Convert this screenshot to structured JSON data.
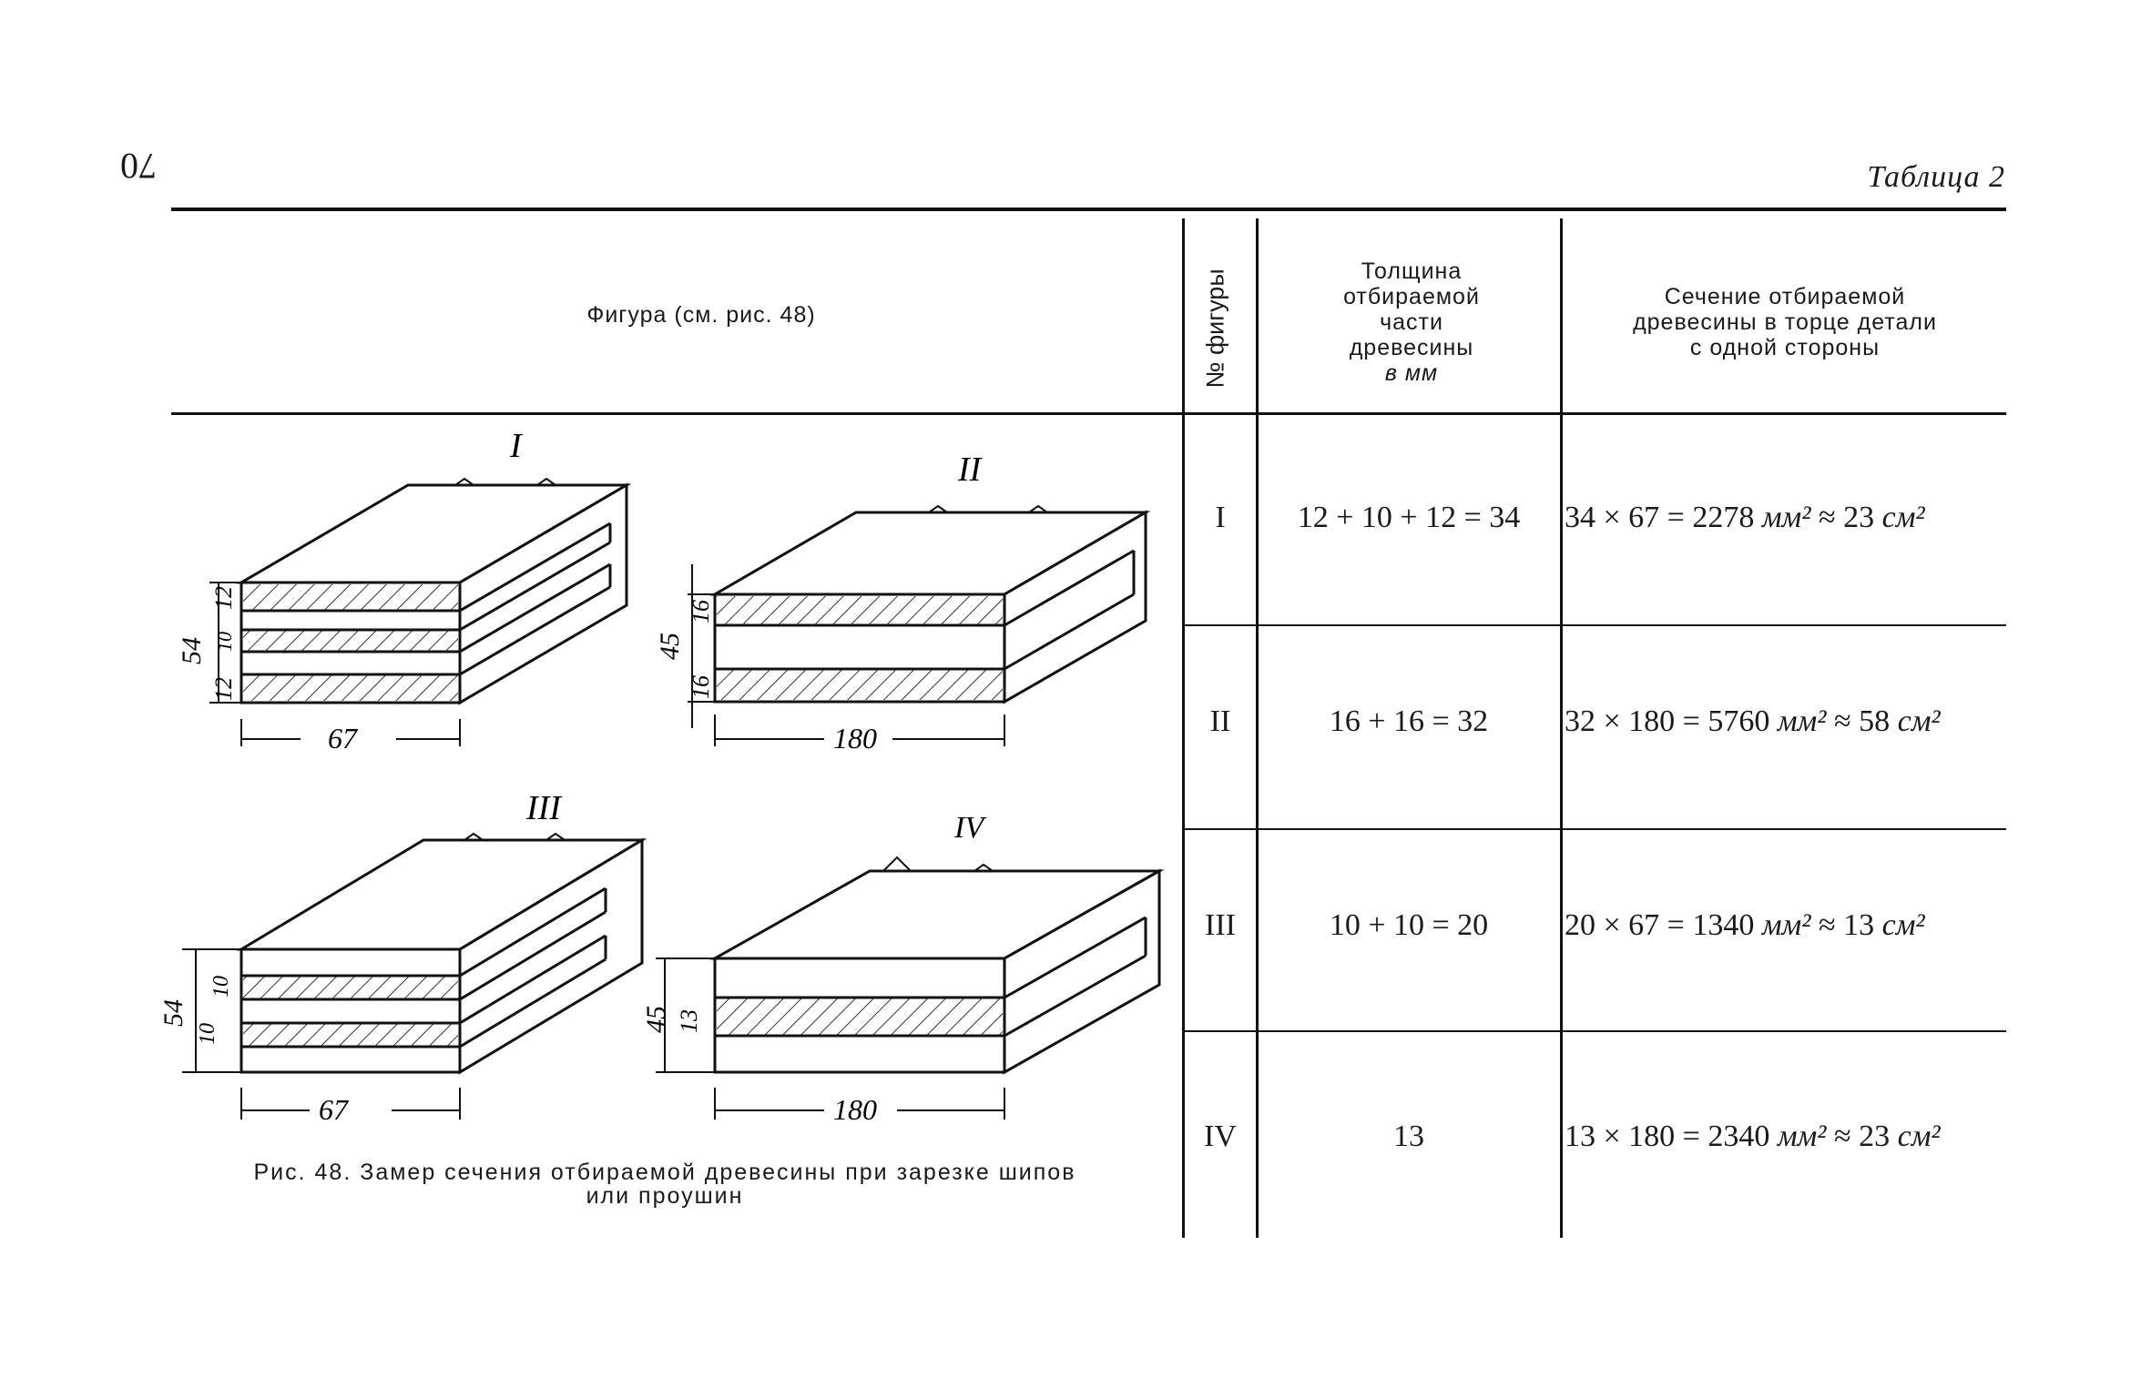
{
  "page_number": "70",
  "table_caption": "Таблица 2",
  "header": {
    "col_figure": "Фигура (см. рис. 48)",
    "col_number": "№ фигуры",
    "col_thickness_lines": [
      "Толщина",
      "отбираемой",
      "части",
      "древесины",
      "в мм"
    ],
    "col_section_lines": [
      "Сечение отбираемой",
      "древесины в торце детали",
      "с одной стороны"
    ]
  },
  "rows": [
    {
      "number": "I",
      "thickness": "12 + 10 + 12 = 34",
      "section_prefix": "34 × 67 = 2278",
      "section_unit1": "мм²",
      "section_mid": " ≈ 23 ",
      "section_unit2": "см²"
    },
    {
      "number": "II",
      "thickness": "16 + 16 = 32",
      "section_prefix": "32 × 180 = 5760",
      "section_unit1": "мм²",
      "section_mid": " ≈ 58 ",
      "section_unit2": "см²"
    },
    {
      "number": "III",
      "thickness": "10 + 10 = 20",
      "section_prefix": "20 × 67 = 1340",
      "section_unit1": "мм²",
      "section_mid": " ≈ 13 ",
      "section_unit2": "см²"
    },
    {
      "number": "IV",
      "thickness": "13",
      "section_prefix": "13 × 180 = 2340",
      "section_unit1": "мм²",
      "section_mid": " ≈ 23 ",
      "section_unit2": "см²"
    }
  ],
  "figures": {
    "fig1": {
      "label": "I",
      "height": "54",
      "layers": [
        "12",
        "10",
        "12"
      ],
      "width": "67"
    },
    "fig2": {
      "label": "II",
      "height": "45",
      "layers": [
        "16",
        "16"
      ],
      "width": "180"
    },
    "fig3": {
      "label": "III",
      "height": "54",
      "layers": [
        "10",
        "10"
      ],
      "width": "67"
    },
    "fig4": {
      "label": "IV",
      "height": "45",
      "layers": [
        "13"
      ],
      "width": "180"
    }
  },
  "figure_caption_lines": [
    "Рис. 48. Замер сечения отбираемой древесины при зарезке шипов",
    "или проушин"
  ]
}
